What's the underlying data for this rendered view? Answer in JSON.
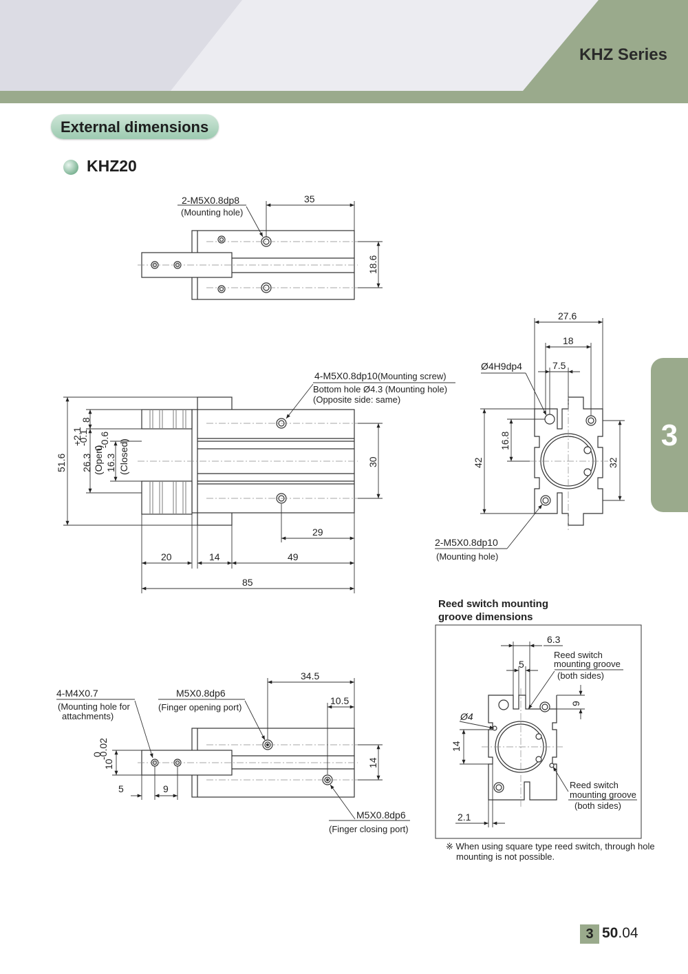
{
  "header": {
    "series": "KHZ Series"
  },
  "section": {
    "title": "External dimensions"
  },
  "model": {
    "name": "KHZ20"
  },
  "side_tab": {
    "label": "3"
  },
  "page": {
    "chapter": "3",
    "number_main": "50",
    "number_sub": ".04"
  },
  "colors": {
    "header_band": "#9aaa8c",
    "header_light": "#dcdce4",
    "pill": "#a9d1ba",
    "tab": "#9aaa8c"
  },
  "top_view": {
    "dim_35": "35",
    "dim_18_6": "18.6",
    "mount_label": "2-M5X0.8dp8",
    "mount_sub": "(Mounting hole)"
  },
  "front_view": {
    "dim_51_6": "51.6",
    "dim_8": "8",
    "open_value": "26.3",
    "open_tol_upper": "+2.1",
    "open_tol_lower": "-0.1",
    "open_sub": "(Open)",
    "open_zero": "0",
    "closed_value": "16.3",
    "closed_tol": "-0.6",
    "closed_sub": "(Closed)",
    "dim_30": "30",
    "dim_29": "29",
    "dim_20": "20",
    "dim_14": "14",
    "dim_49": "49",
    "dim_85": "85",
    "screw_label": "4-M5X0.8dp10",
    "screw_label_paren": "(Mounting screw)",
    "screw_sub1": "Bottom hole Ø4.3 (Mounting hole)",
    "screw_sub2": "(Opposite side: same)"
  },
  "end_view": {
    "dim_27_6": "27.6",
    "dim_18": "18",
    "dim_7_5": "7.5",
    "hole_label": "Ø4H9dp4",
    "dim_16_8": "16.8",
    "dim_42": "42",
    "dim_32": "32",
    "mount_label": "2-M5X0.8dp10",
    "mount_sub": "(Mounting hole)"
  },
  "bottom_view": {
    "attach_label": "4-M4X0.7",
    "attach_sub1": "(Mounting hole for",
    "attach_sub2": "attachments)",
    "open_port_label": "M5X0.8dp6",
    "open_port_sub": "(Finger opening port)",
    "dim_34_5": "34.5",
    "dim_10_5": "10.5",
    "dim_10": "10",
    "tol_upper": "0",
    "tol_lower": "-0.02",
    "dim_14": "14",
    "dim_5": "5",
    "dim_9": "9",
    "close_port_label": "M5X0.8dp6",
    "close_port_sub": "(Finger closing port)"
  },
  "reed_switch": {
    "title_line1": "Reed switch mounting",
    "title_line2": "groove dimensions",
    "dim_6_3": "6.3",
    "dim_5": "5",
    "dim_9": "9",
    "dim_diam4": "Ø4",
    "dim_14": "14",
    "dim_2_1": "2.1",
    "groove_label1": "Reed switch",
    "groove_label2": "mounting groove",
    "groove_sub": "(both sides)",
    "note_line1": "※  When using square type reed switch, through hole",
    "note_line2": "mounting is not possible."
  }
}
